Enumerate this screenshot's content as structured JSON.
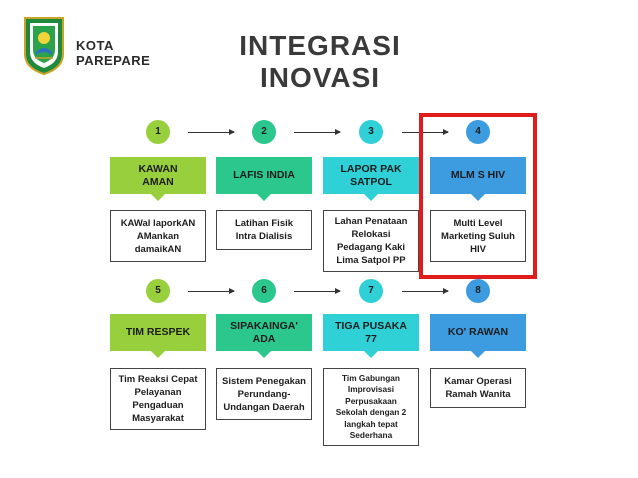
{
  "header": {
    "city_line1": "KOTA",
    "city_line2": "PAREPARE",
    "title_line1": "INTEGRASI",
    "title_line2": "INOVASI"
  },
  "colors": {
    "green": "#98cf3d",
    "teal": "#2cc78c",
    "cyan": "#2fd0d6",
    "blue": "#3d9be0",
    "highlight": "#e01b1b"
  },
  "row1": [
    {
      "num": "1",
      "name_line1": "KAWAN",
      "name_line2": "AMAN",
      "desc": [
        "KAWal laporkAN",
        "AMankan",
        "damaikAN"
      ]
    },
    {
      "num": "2",
      "name_line1": "LAFIS INDIA",
      "name_line2": "",
      "desc": [
        "Latihan Fisik",
        "Intra Dialisis"
      ]
    },
    {
      "num": "3",
      "name_line1": "LAPOR PAK",
      "name_line2": "SATPOL",
      "desc": [
        "Lahan Penataan",
        "Relokasi",
        "Pedagang Kaki",
        "Lima Satpol PP"
      ]
    },
    {
      "num": "4",
      "name_line1": "MLM S HIV",
      "name_line2": "",
      "desc": [
        "Multi Level",
        "Marketing Suluh",
        "HIV"
      ]
    }
  ],
  "row2": [
    {
      "num": "5",
      "name_line1": "TIM RESPEK",
      "name_line2": "",
      "desc": [
        "Tim Reaksi Cepat",
        "Pelayanan",
        "Pengaduan",
        "Masyarakat"
      ]
    },
    {
      "num": "6",
      "name_line1": "SIPAKAINGA'",
      "name_line2": "ADA",
      "desc": [
        "Sistem Penegakan",
        "Perundang-",
        "Undangan Daerah"
      ]
    },
    {
      "num": "7",
      "name_line1": "TIGA PUSAKA",
      "name_line2": "77",
      "desc": [
        "Tim Gabungan",
        "Improvisasi",
        "Perpusakaan",
        "Sekolah dengan 2",
        "langkah tepat",
        "Sederhana"
      ]
    },
    {
      "num": "8",
      "name_line1": "KO' RAWAN",
      "name_line2": "",
      "desc": [
        "Kamar Operasi",
        "Ramah Wanita"
      ]
    }
  ]
}
